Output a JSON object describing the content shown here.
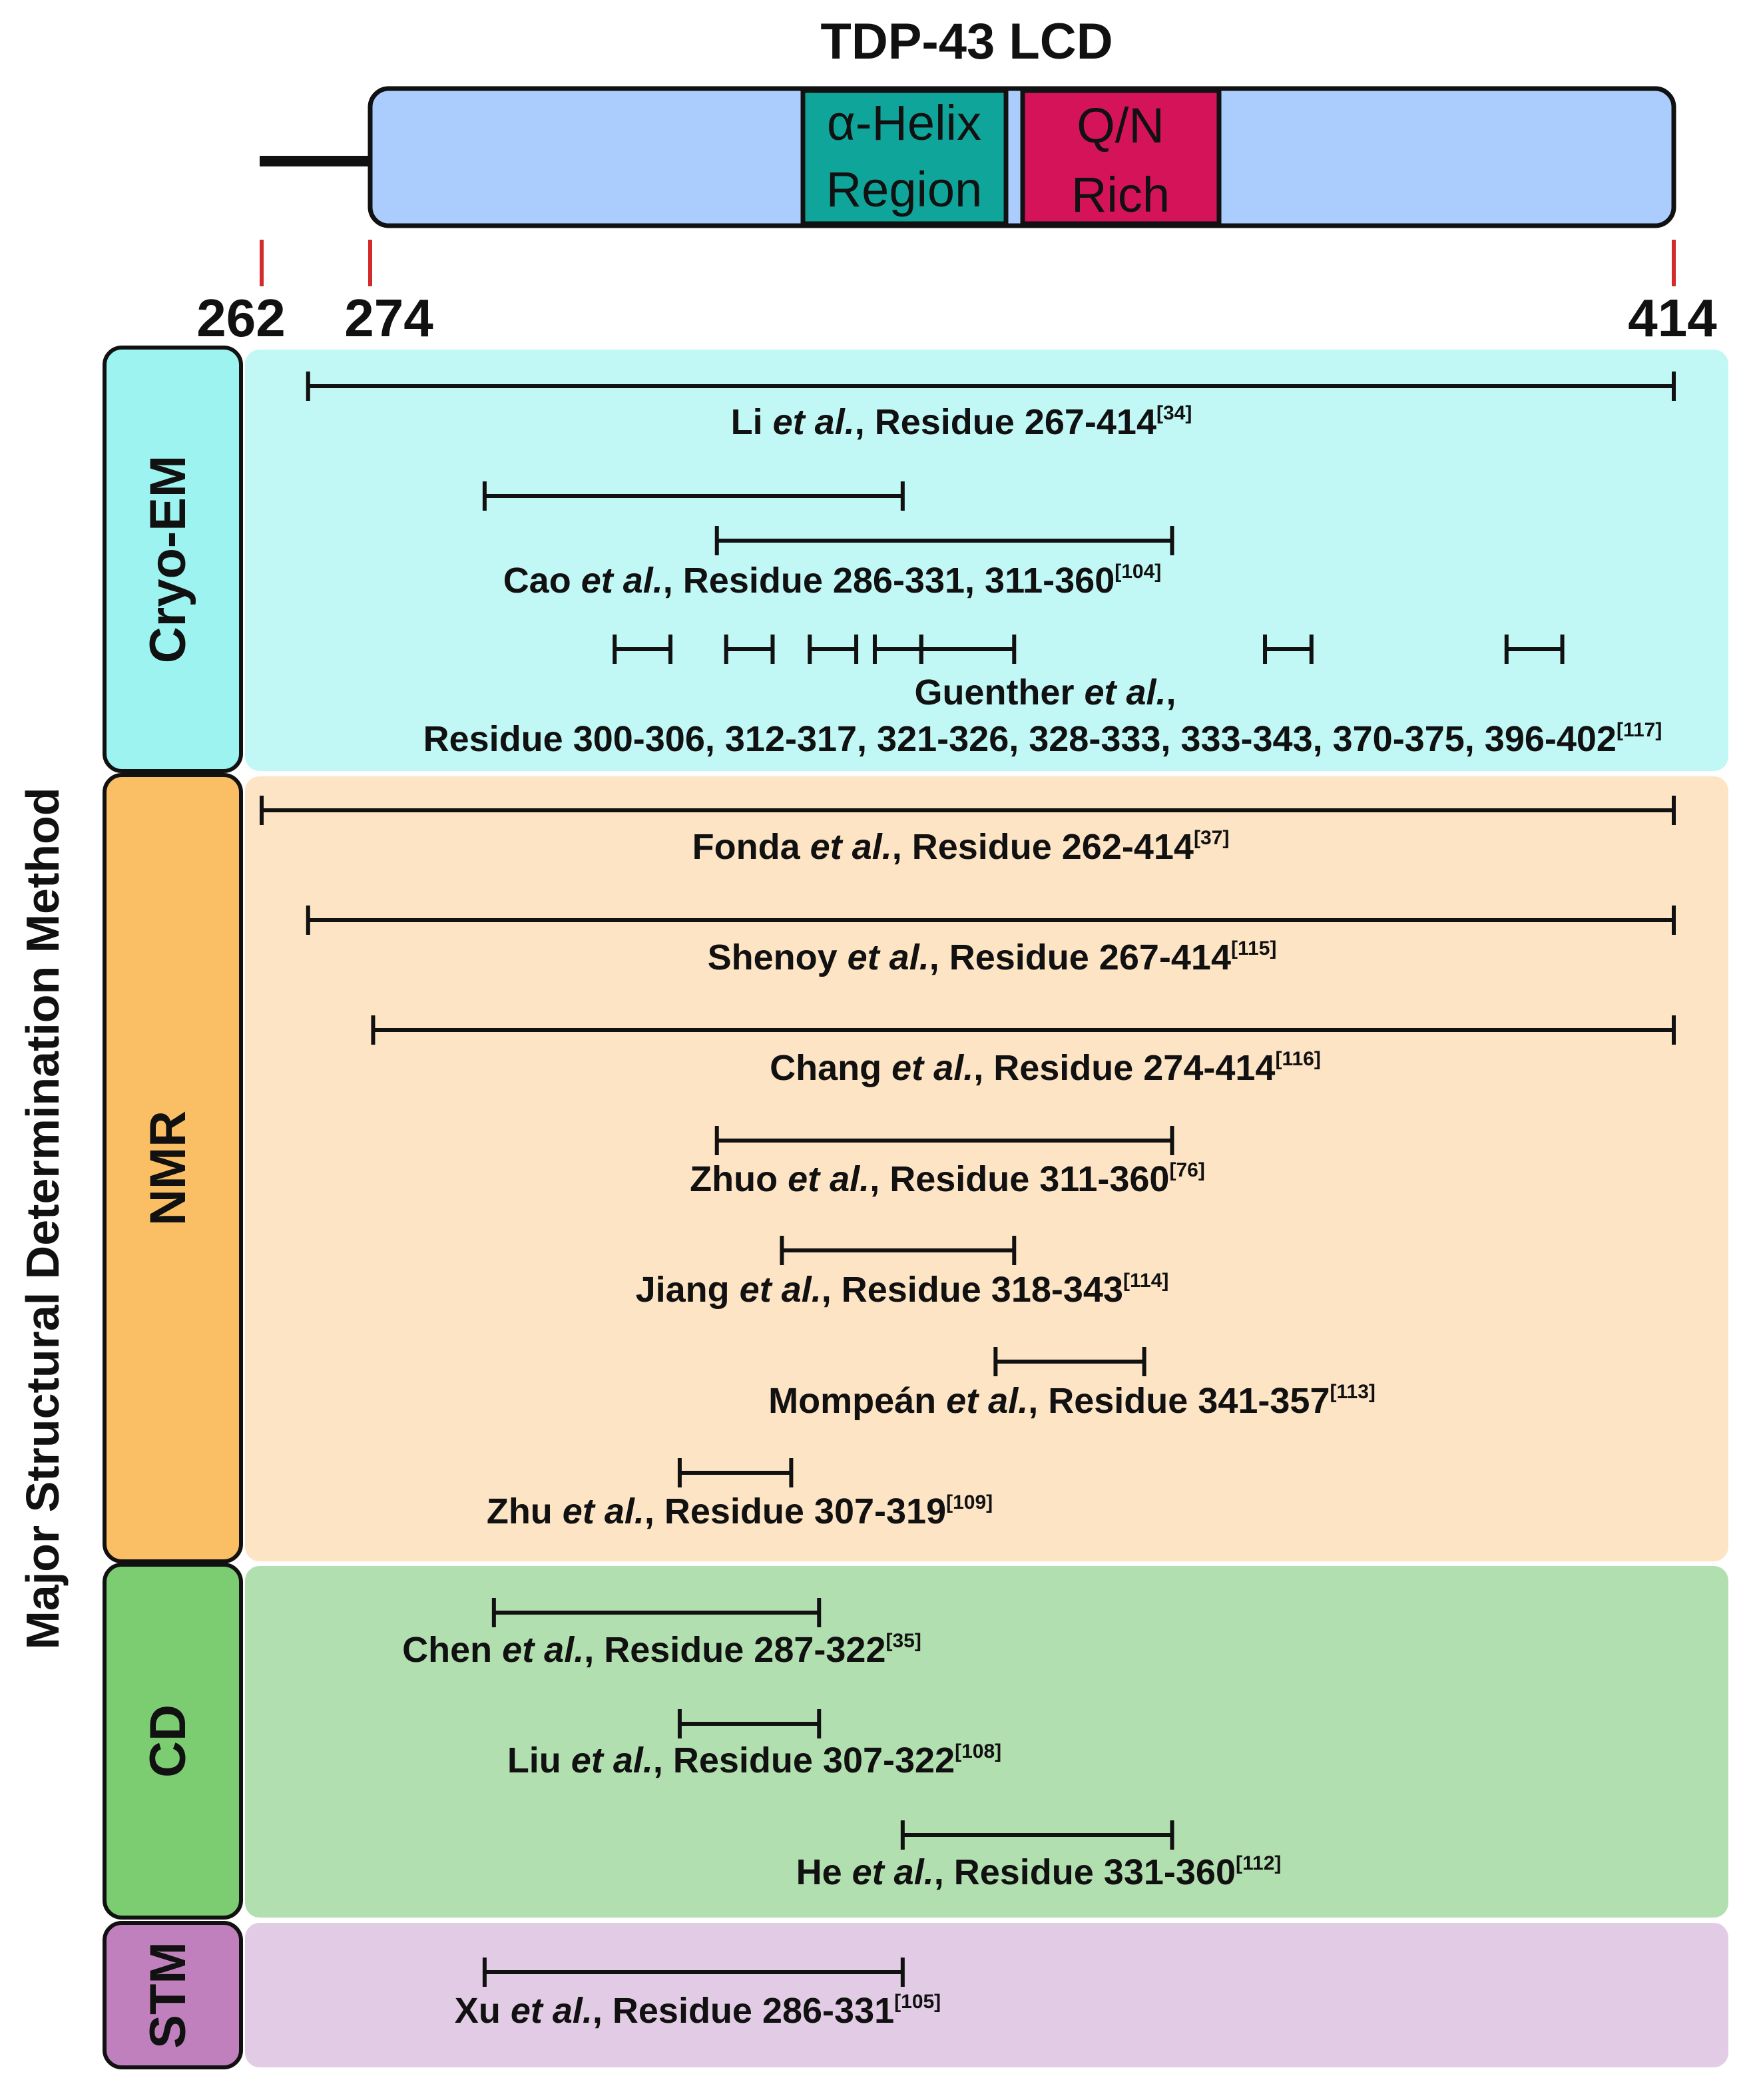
{
  "protein": {
    "title": "TDP-43 LCD",
    "helix_label_1": "α-Helix",
    "helix_label_2": "Region",
    "qn_label_1": "Q/N",
    "qn_label_2": "Rich",
    "colors": {
      "body": "#abcdfd",
      "helix": "#0fa59a",
      "qn": "#d41358",
      "outline": "#111111",
      "marker": "#d42a2a"
    }
  },
  "residue_markers": [
    "262",
    "274",
    "414"
  ],
  "y_axis_label": "Major Structural Determination Method",
  "methods": [
    {
      "name": "Cryo-EM",
      "tab_color": "#9cf3f0",
      "bg_color": "#c1f7f5",
      "studies": [
        {
          "author": "Li",
          "suffix": ", Residue 267-414",
          "ref": "[34]",
          "ranges": [
            [
              267,
              414
            ]
          ]
        },
        {
          "author": "Cao",
          "suffix": ", Residue 286-331, 311-360",
          "ref": "[104]",
          "ranges": [
            [
              286,
              331
            ],
            [
              311,
              360
            ]
          ]
        },
        {
          "author": "Guenther",
          "suffix": ",",
          "line2": "Residue 300-306, 312-317, 321-326, 328-333, 333-343, 370-375, 396-402",
          "ref": "[117]",
          "ranges": [
            [
              300,
              306
            ],
            [
              312,
              317
            ],
            [
              321,
              326
            ],
            [
              328,
              333
            ],
            [
              333,
              343
            ],
            [
              370,
              375
            ],
            [
              396,
              402
            ]
          ]
        }
      ]
    },
    {
      "name": "NMR",
      "tab_color": "#fabe64",
      "bg_color": "#fde4c5",
      "studies": [
        {
          "author": "Fonda",
          "suffix": ", Residue 262-414",
          "ref": "[37]",
          "ranges": [
            [
              262,
              414
            ]
          ]
        },
        {
          "author": "Shenoy",
          "suffix": ", Residue 267-414",
          "ref": "[115]",
          "ranges": [
            [
              267,
              414
            ]
          ]
        },
        {
          "author": "Chang",
          "suffix": ", Residue 274-414",
          "ref": "[116]",
          "ranges": [
            [
              274,
              414
            ]
          ]
        },
        {
          "author": "Zhuo",
          "suffix": ", Residue 311-360",
          "ref": "[76]",
          "ranges": [
            [
              311,
              360
            ]
          ]
        },
        {
          "author": "Jiang",
          "suffix": ", Residue 318-343",
          "ref": "[114]",
          "ranges": [
            [
              318,
              343
            ]
          ]
        },
        {
          "author": "Mompeán",
          "suffix": ", Residue 341-357",
          "ref": "[113]",
          "ranges": [
            [
              341,
              357
            ]
          ]
        },
        {
          "author": "Zhu",
          "suffix": ", Residue 307-319",
          "ref": "[109]",
          "ranges": [
            [
              307,
              319
            ]
          ]
        }
      ]
    },
    {
      "name": "CD",
      "tab_color": "#7ccd72",
      "bg_color": "#b2dfaf",
      "studies": [
        {
          "author": "Chen",
          "suffix": ", Residue 287-322",
          "ref": "[35]",
          "ranges": [
            [
              287,
              322
            ]
          ]
        },
        {
          "author": "Liu",
          "suffix": ", Residue 307-322",
          "ref": "[108]",
          "ranges": [
            [
              307,
              322
            ]
          ]
        },
        {
          "author": "He",
          "suffix": ", Residue 331-360",
          "ref": "[112]",
          "ranges": [
            [
              331,
              360
            ]
          ]
        }
      ]
    },
    {
      "name": "STM",
      "tab_color": "#c080bd",
      "bg_color": "#e2cbe4",
      "studies": [
        {
          "author": "Xu",
          "suffix": ", Residue 286-331",
          "ref": "[105]",
          "ranges": [
            [
              286,
              331
            ]
          ]
        }
      ]
    }
  ]
}
